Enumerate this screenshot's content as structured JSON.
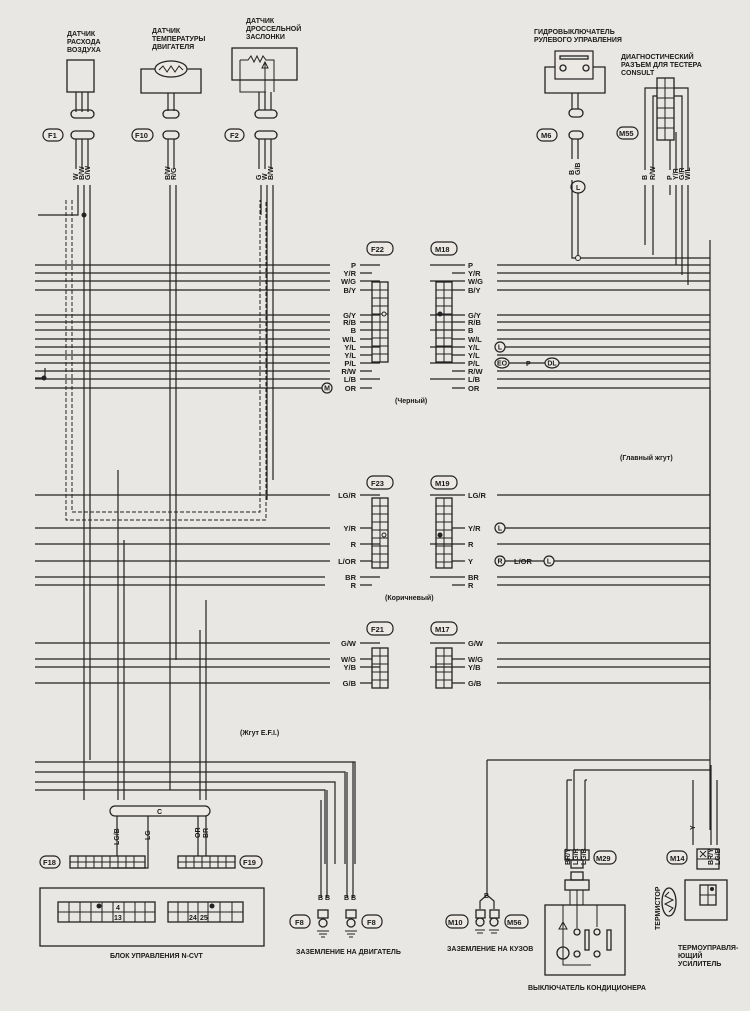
{
  "sensors": {
    "maf": {
      "title": [
        "ДАТЧИК",
        "РАСХОДА",
        "ВОЗДУХА"
      ],
      "connector": "F1",
      "wires": [
        "W",
        "B/W",
        "G/W"
      ]
    },
    "coolant": {
      "title": [
        "ДАТЧИК",
        "ТЕМПЕРАТУРЫ",
        "ДВИГАТЕЛЯ"
      ],
      "connector": "F10",
      "wires": [
        "B/W",
        "R/G"
      ]
    },
    "throttle": {
      "title": [
        "ДАТЧИК",
        "ДРОССЕЛЬНОЙ",
        "ЗАСЛОНКИ"
      ],
      "connector": "F2",
      "wires": [
        "G",
        "W",
        "B/W"
      ]
    },
    "power_steering": {
      "title": [
        "ГИДРОВЫКЛЮЧАТЕЛЬ",
        "РУЛЕВОГО УПРАВЛЕНИЯ"
      ],
      "connector": "M6",
      "wires": [
        "B",
        "G/B"
      ],
      "marker": "L"
    },
    "consult": {
      "title": [
        "ДИАГНОСТИЧЕСКИЙ",
        "РАЗЪЕМ ДЛЯ ТЕСТЕРА",
        "CONSULT"
      ],
      "connector": "M55",
      "wires": [
        "B",
        "R/W",
        "P",
        "Y/R",
        "G/R",
        "W/L"
      ]
    }
  },
  "junctions": {
    "black": {
      "left": "F22",
      "right": "M18",
      "caption": "(Черный)",
      "left_labels": [
        "P",
        "Y/R",
        "W/G",
        "B/Y",
        "G/Y",
        "R/B",
        "B",
        "W/L",
        "Y/L",
        "Y/L",
        "P/L",
        "R/W",
        "L/B",
        "OR"
      ],
      "right_labels": [
        "P",
        "Y/R",
        "W/G",
        "B/Y",
        "G/Y",
        "R/B",
        "B",
        "W/L",
        "Y/L",
        "Y/L",
        "P/L",
        "R/W",
        "L/B",
        "OR"
      ],
      "markers": {
        "left_or": "M",
        "right_yl": "L",
        "right_pl_a": "EO",
        "right_pl_mid": "P",
        "right_pl_b": "DL"
      }
    },
    "brown": {
      "left": "F23",
      "right": "M19",
      "caption": "(Коричневый)",
      "left_labels": [
        "LG/R",
        "Y/R",
        "R",
        "L/OR",
        "BR",
        "R"
      ],
      "right_labels": [
        "LG/R",
        "Y/R",
        "R",
        "Y",
        "BR",
        "R"
      ],
      "markers": {
        "right_yr": "L",
        "right_y": "R",
        "extra_label": "L/OR",
        "extra_marker": "L"
      }
    },
    "white": {
      "left": "F21",
      "right": "M17",
      "left_labels": [
        "G/W",
        "W/G",
        "Y/B",
        "G/B"
      ],
      "right_labels": [
        "G/W",
        "W/G",
        "Y/B",
        "G/B"
      ]
    }
  },
  "harness": {
    "main": "(Главный жгут)",
    "efi": "(Жгут E.F.I.)",
    "splice": "C"
  },
  "ecu": {
    "title": "БЛОК УПРАВЛЕНИЯ N-CVT",
    "connector_left": "F18",
    "connector_right": "F19",
    "wires_left": [
      "LG/B",
      "LG"
    ],
    "wires_right": [
      "OR",
      "BR"
    ],
    "pins": [
      "4",
      "13",
      "24",
      "25"
    ]
  },
  "engine_ground": {
    "title": "ЗАЗЕМЛЕНИЕ НА ДВИГАТЕЛЬ",
    "connectors": [
      "F8",
      "F8"
    ],
    "wires": [
      "B",
      "B",
      "B",
      "B"
    ]
  },
  "body_ground": {
    "title": "ЗАЗЕМЛЕНИЕ НА КУЗОВ",
    "connectors": [
      "M10",
      "M56"
    ],
    "wire": "B"
  },
  "ac_switch": {
    "title": "ВЫКЛЮЧАТЕЛЬ КОНДИЦИОНЕРА",
    "connector": "M29",
    "wires": [
      "BR/Y",
      "LG/R",
      "LG/B"
    ]
  },
  "thermo_amp": {
    "title": [
      "ТЕРМОУПРАВЛЯ-",
      "ЮЩИЙ",
      "УСИЛИТЕЛЬ"
    ],
    "thermistor": "ТЕРМИСТОР",
    "connector": "M14",
    "wires": [
      "Y",
      "BR/Y",
      "LG/B"
    ]
  }
}
